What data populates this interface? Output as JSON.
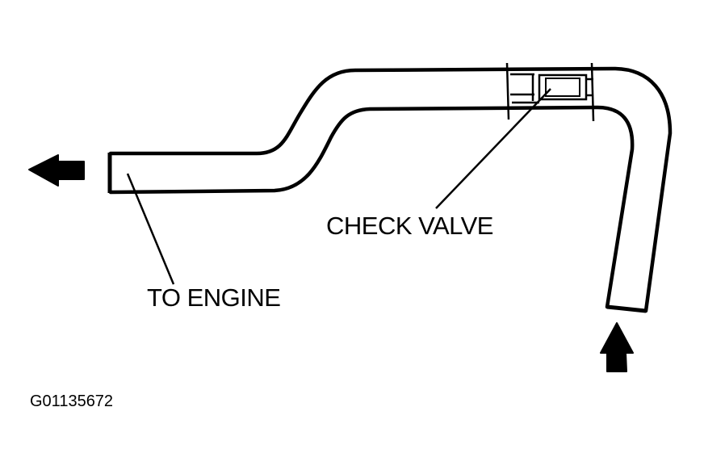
{
  "labels": {
    "check_valve": "CHECK VALVE",
    "to_engine": "TO ENGINE"
  },
  "figure_id": "G01135672",
  "colors": {
    "ink": "#000000",
    "paper": "#ffffff"
  }
}
